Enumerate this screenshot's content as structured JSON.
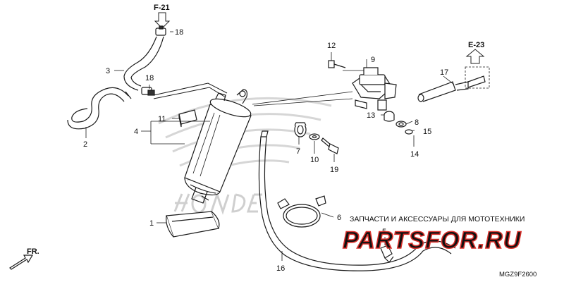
{
  "section_refs": {
    "top": "F-21",
    "right": "E-23",
    "front": "FR."
  },
  "callouts": {
    "c1": "1",
    "c2": "2",
    "c3": "3",
    "c4": "4",
    "c5": "5",
    "c6": "6",
    "c7": "7",
    "c8": "8",
    "c9": "9",
    "c10": "10",
    "c11": "11",
    "c12": "12",
    "c13": "13",
    "c14": "14",
    "c15": "15",
    "c16": "16",
    "c17": "17",
    "c18a": "18",
    "c18b": "18",
    "c19": "19"
  },
  "watermark": {
    "caption": "ЗАПЧАСТИ И АКСЕССУАРЫ ДЛЯ МОТОТЕХНИКИ",
    "brand": "PARTSFOR.RU"
  },
  "diagram_code": "MGZ9F2600",
  "colors": {
    "line": "#1a1a1a",
    "watermark_red": "#d9302b",
    "ghost_logo": "#d4d4d4"
  }
}
